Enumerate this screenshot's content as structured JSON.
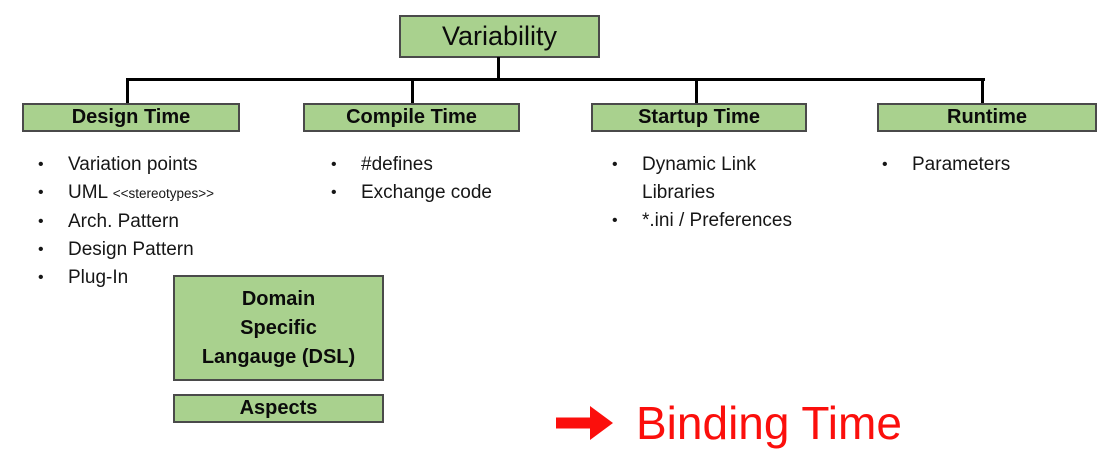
{
  "root_box": {
    "label": "Variability"
  },
  "columns": [
    {
      "heading": "Design Time",
      "items": [
        {
          "text": "Variation points"
        },
        {
          "text": "UML",
          "small": "<<stereotypes>>"
        },
        {
          "text": "Arch. Pattern"
        },
        {
          "text": "Design Pattern"
        },
        {
          "text": "Plug-In"
        }
      ]
    },
    {
      "heading": "Compile Time",
      "items": [
        {
          "text": "#defines"
        },
        {
          "text": "Exchange code"
        }
      ]
    },
    {
      "heading": "Startup Time",
      "items": [
        {
          "text": "Dynamic Link Libraries"
        },
        {
          "text": "*.ini / Preferences"
        }
      ]
    },
    {
      "heading": "Runtime",
      "items": [
        {
          "text": "Parameters"
        }
      ]
    }
  ],
  "extra_boxes": {
    "dsl": {
      "label": "Domain\nSpecific\nLangauge (DSL)"
    },
    "aspects": {
      "label": "Aspects"
    }
  },
  "annotation": {
    "icon": "right-arrow-icon",
    "label": "Binding Time",
    "color": "#fb0f0c"
  },
  "glyphs": {
    "bullet": "•"
  },
  "colors": {
    "box_fill": "#a9d18e",
    "box_border": "#4a4a4a",
    "connector": "#000000",
    "annotation_red": "#fb0f0c",
    "background": "#ffffff"
  }
}
